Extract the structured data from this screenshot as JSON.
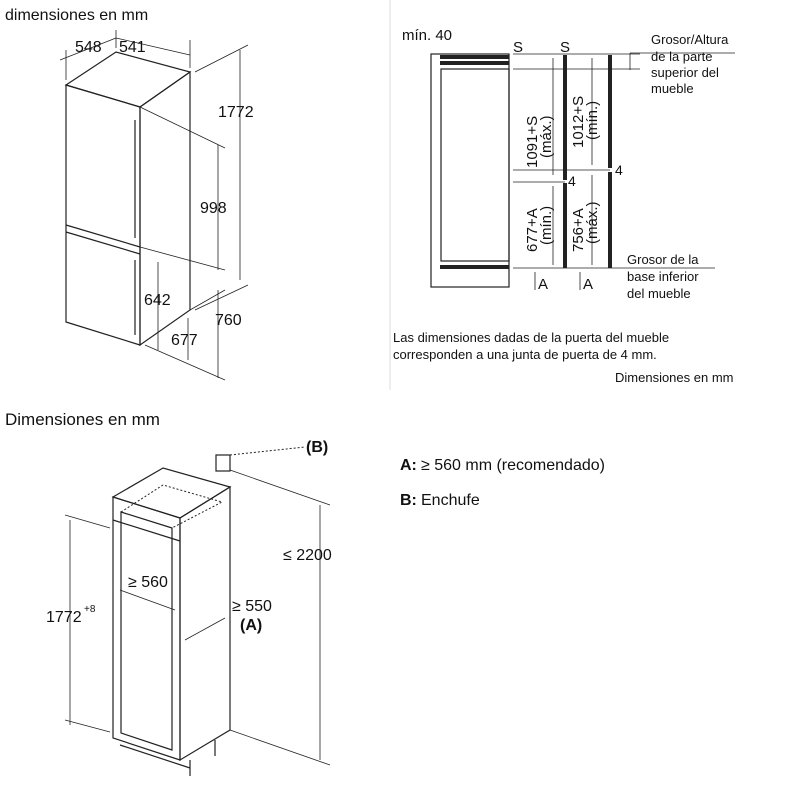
{
  "top_left": {
    "title": "dimensiones en mm",
    "dims": {
      "depth": "548",
      "width": "541",
      "height": "1772",
      "upper": "998",
      "lower": "642",
      "d760": "760",
      "d677": "677"
    }
  },
  "top_right": {
    "min40": "mín. 40",
    "s1": "S",
    "s2": "S",
    "v1a": "1091+S",
    "v1b": "(máx.)",
    "v2a": "1012+S",
    "v2b": "(mín.)",
    "v3a": "677+A",
    "v3b": "(mín.)",
    "v4a": "756+A",
    "v4b": "(máx.)",
    "gap1": "4",
    "gap2": "4",
    "a1": "A",
    "a2": "A",
    "top_label": [
      "Grosor/Altura",
      "de la parte",
      "superior del",
      "mueble"
    ],
    "bottom_label": [
      "Grosor de la",
      "base inferior",
      "del mueble"
    ],
    "note": [
      "Las dimensiones dadas de la puerta del mueble",
      "corresponden a una junta de puerta de 4 mm."
    ],
    "units": "Dimensiones en mm"
  },
  "bottom": {
    "title": "Dimensiones en mm",
    "b_marker": "(B)",
    "height_max": "≤ 2200",
    "width_min": "≥ 560",
    "depth_min": "≥ 550",
    "depth_ref": "(A)",
    "niche_height": "1772",
    "niche_tol": "+8",
    "legend": [
      {
        "key": "A:",
        "text": "≥ 560 mm (recomendado)"
      },
      {
        "key": "B:",
        "text": "Enchufe"
      }
    ]
  }
}
